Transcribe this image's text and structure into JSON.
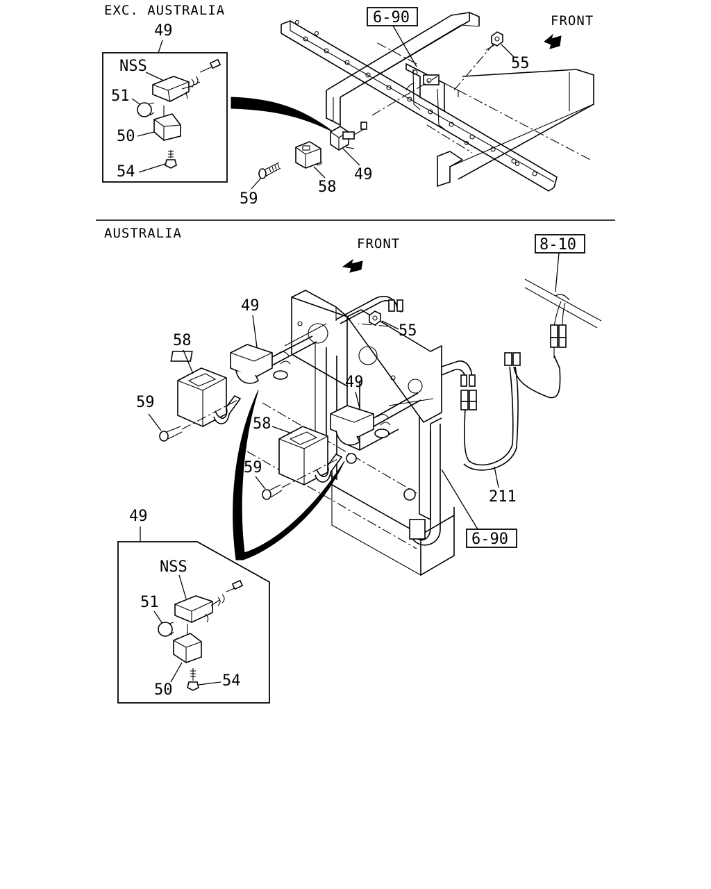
{
  "sections": {
    "top": {
      "title": "EXC. AUSTRALIA",
      "front_label": "FRONT"
    },
    "bottom": {
      "title": "AUSTRALIA",
      "front_label": "FRONT"
    }
  },
  "references": {
    "top_frame": "6-90",
    "bottom_harness": "8-10",
    "bottom_frame": "6-90"
  },
  "labels": {
    "top_inset_group": "49",
    "top_inset_nss": "NSS",
    "top_inset_bulb": "51",
    "top_inset_cover": "50",
    "top_inset_screw": "54",
    "top_nut": "55",
    "top_lamp": "49",
    "top_housing": "58",
    "top_bolt": "59",
    "bottom_lamp_left": "49",
    "bottom_housing_left": "58",
    "bottom_bolt_left": "59",
    "bottom_nut": "55",
    "bottom_lamp_right": "49",
    "bottom_housing_right": "58",
    "bottom_bolt_right": "59",
    "bottom_harness": "211",
    "bottom_inset_group": "49",
    "bottom_inset_nss": "NSS",
    "bottom_inset_bulb": "51",
    "bottom_inset_cover": "50",
    "bottom_inset_screw": "54"
  }
}
